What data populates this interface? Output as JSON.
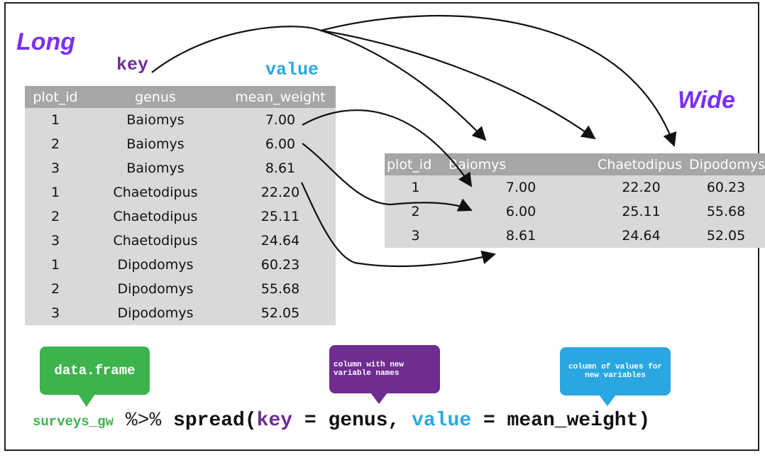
{
  "labels": {
    "long": "Long",
    "wide": "Wide",
    "key": "key",
    "value": "value"
  },
  "long_table": {
    "headers": [
      "plot_id",
      "genus",
      "mean_weight"
    ],
    "rows": [
      [
        "1",
        "Baiomys",
        "7.00"
      ],
      [
        "2",
        "Baiomys",
        "6.00"
      ],
      [
        "3",
        "Baiomys",
        "8.61"
      ],
      [
        "1",
        "Chaetodipus",
        "22.20"
      ],
      [
        "2",
        "Chaetodipus",
        "25.11"
      ],
      [
        "3",
        "Chaetodipus",
        "24.64"
      ],
      [
        "1",
        "Dipodomys",
        "60.23"
      ],
      [
        "2",
        "Dipodomys",
        "55.68"
      ],
      [
        "3",
        "Dipodomys",
        "52.05"
      ]
    ]
  },
  "wide_table": {
    "headers": [
      "plot_id",
      "Baiomys",
      "Chaetodipus",
      "Dipodomys"
    ],
    "rows": [
      [
        "1",
        "7.00",
        "22.20",
        "60.23"
      ],
      [
        "2",
        "6.00",
        "25.11",
        "55.68"
      ],
      [
        "3",
        "8.61",
        "24.64",
        "52.05"
      ]
    ]
  },
  "bubbles": {
    "data_frame": "data.frame",
    "key_note": "column with new variable names",
    "value_note": "column of values for new variables"
  },
  "code": {
    "df": "surveys_gw",
    "pipe": " %>% ",
    "fn_open": "spread(",
    "key_kw": "key",
    "eq1": " = genus, ",
    "value_kw": "value",
    "eq2": " = mean_weight)"
  },
  "colors": {
    "long_wide": "#7b2ff7",
    "key": "#6f2c91",
    "value": "#2aa7e1",
    "data_frame": "#3cb44b",
    "header_bg": "#a6a6a6",
    "body_bg": "#d9d9d9"
  }
}
